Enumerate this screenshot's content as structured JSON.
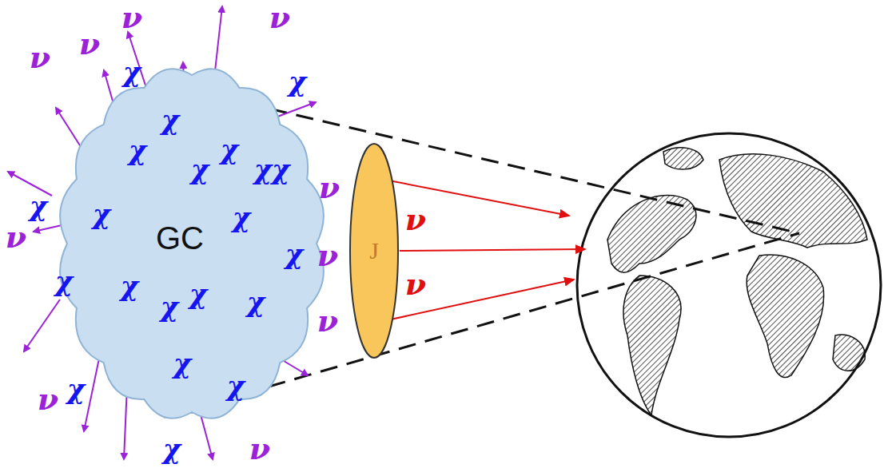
{
  "diagram": {
    "nodes": [
      {
        "text": [
          "GC"
        ]
      },
      {
        "text": [
          "J"
        ]
      }
    ],
    "labels": [
      "ν",
      "ν",
      "ν",
      "χ",
      "ν",
      "χ",
      "χ",
      "χ",
      "χ",
      "χ",
      "χχ",
      "ν",
      "χ",
      "χ",
      "χ",
      "ν",
      "ν",
      "χ",
      "ν",
      "χ",
      "χ",
      "ν",
      "χ",
      "χ",
      "χ",
      "ν",
      "χ",
      "χ",
      "ν",
      "χ",
      "χ",
      "ν"
    ]
  }
}
